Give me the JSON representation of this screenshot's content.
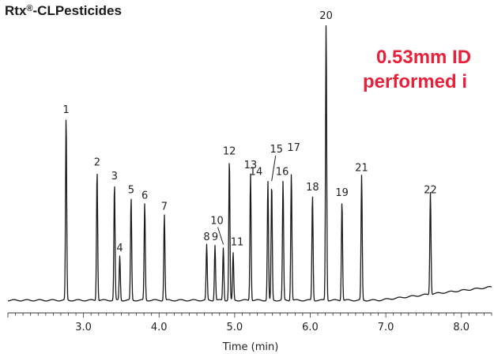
{
  "chart_data": {
    "type": "line",
    "title": "Rtx®-CLPesticides",
    "annotation": [
      "0.53mm ID",
      "performed i"
    ],
    "annotation_color": "#e8213a",
    "trace_color": "#1a1a1a",
    "xlabel": "Time (min)",
    "ylabel": "",
    "xlim": [
      2.0,
      8.4
    ],
    "ylim": [
      0,
      100
    ],
    "grid": false,
    "legend": "none",
    "x_ticks": [
      "3.0",
      "4.0",
      "5.0",
      "6.0",
      "7.0",
      "8.0"
    ],
    "x_tick_values": [
      3.0,
      4.0,
      5.0,
      6.0,
      7.0,
      8.0
    ],
    "peaks": [
      {
        "label": "1",
        "time": 2.77,
        "height": 66
      },
      {
        "label": "2",
        "time": 3.18,
        "height": 47
      },
      {
        "label": "3",
        "time": 3.41,
        "height": 42
      },
      {
        "label": "4",
        "time": 3.48,
        "height": 16
      },
      {
        "label": "5",
        "time": 3.63,
        "height": 37
      },
      {
        "label": "6",
        "time": 3.81,
        "height": 35
      },
      {
        "label": "7",
        "time": 4.07,
        "height": 31
      },
      {
        "label": "8",
        "time": 4.63,
        "height": 20
      },
      {
        "label": "9",
        "time": 4.74,
        "height": 20
      },
      {
        "label": "10",
        "time": 4.85,
        "height": 19
      },
      {
        "label": "11",
        "time": 4.98,
        "height": 17
      },
      {
        "label": "12",
        "time": 4.93,
        "height": 51
      },
      {
        "label": "13",
        "time": 5.21,
        "height": 46
      },
      {
        "label": "14",
        "time": 5.44,
        "height": 43
      },
      {
        "label": "15",
        "time": 5.49,
        "height": 42
      },
      {
        "label": "16",
        "time": 5.64,
        "height": 43
      },
      {
        "label": "17",
        "time": 5.75,
        "height": 46
      },
      {
        "label": "18",
        "time": 6.03,
        "height": 38
      },
      {
        "label": "19",
        "time": 6.42,
        "height": 36
      },
      {
        "label": "20",
        "time": 6.21,
        "height": 100
      },
      {
        "label": "21",
        "time": 6.68,
        "height": 45
      },
      {
        "label": "22",
        "time": 7.59,
        "height": 37
      }
    ]
  }
}
